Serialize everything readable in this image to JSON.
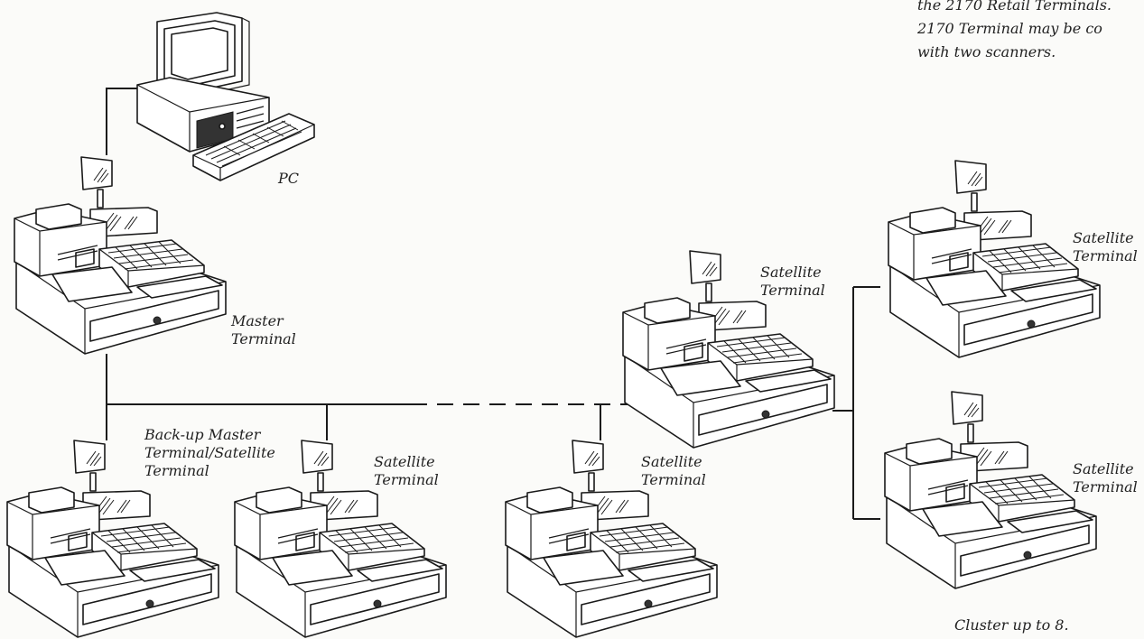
{
  "caption_lines": [
    "the 2170 Retail Terminals.",
    "2170 Terminal may be co",
    "with two scanners."
  ],
  "pc_label": "PC",
  "master_label": [
    "Master",
    "Terminal"
  ],
  "backup_label": [
    "Back-up Master",
    "Terminal/Satellite",
    "Terminal"
  ],
  "satellite_label": [
    "Satellite",
    "Terminal"
  ],
  "footer_note": "Cluster up to 8."
}
